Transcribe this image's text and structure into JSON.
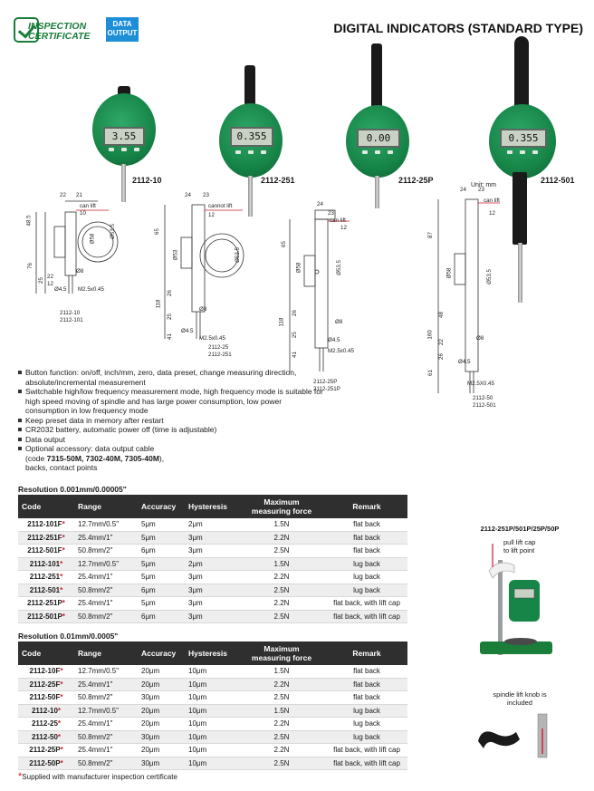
{
  "header": {
    "certificate_line1": "INSPECTION",
    "certificate_line2": "CERTIFICATE",
    "data_output_line1": "DATA",
    "data_output_line2": "OUTPUT",
    "title": "DIGITAL INDICATORS (STANDARD TYPE)"
  },
  "products": [
    {
      "model": "2112-10",
      "display": "3.55"
    },
    {
      "model": "2112-251",
      "display": "0.355"
    },
    {
      "model": "2112-25P",
      "display": "0.00"
    },
    {
      "model": "2112-501",
      "display": "0.355"
    }
  ],
  "unit_note": "Unit: mm",
  "diagram1": {
    "dims": [
      "22",
      "21",
      "can lift",
      "10",
      "48.5",
      "76",
      "25",
      "22",
      "12",
      "Ø53.5",
      "Ø58",
      "Ø8",
      "Ø4.5",
      "M2.5x0.45"
    ],
    "models": [
      "2112-10",
      "2112-101"
    ]
  },
  "diagram2": {
    "dims": [
      "24",
      "23",
      "cannot lift",
      "12",
      "65",
      "Ø53",
      "Ø53.5",
      "118",
      "26",
      "25",
      "41",
      "Ø8",
      "Ø4.5",
      "M2.5x0.45"
    ],
    "models": [
      "2112-25",
      "2112-251"
    ]
  },
  "diagram3": {
    "dims": [
      "24",
      "23",
      "can lift",
      "12",
      "65",
      "Ø58",
      "Ø53.5",
      "118",
      "26",
      "25",
      "41",
      "Ø8",
      "Ø4.5",
      "M2.5x0.45"
    ],
    "models": [
      "2112-25P",
      "2112-251P"
    ]
  },
  "diagram4": {
    "dims": [
      "24",
      "23",
      "can lift",
      "12",
      "87",
      "Ø58",
      "Ø53.5",
      "160",
      "48",
      "22",
      "26",
      "61",
      "Ø8",
      "Ø4.5",
      "M2.5X0.45"
    ],
    "models": [
      "2112-50",
      "2112-501"
    ]
  },
  "features": [
    "Button function: on/off, inch/mm, zero, data preset, change measuring direction, absolute/incremental measurement",
    "Switchable high/low frequency measurement mode, high frequency mode is suitable for high speed moving of spindle and has large power consumption, low power consumption in low frequency mode",
    "Keep preset data in memory after restart",
    "CR2032 battery, automatic power off (time is adjustable)",
    "Data output"
  ],
  "optional_accessory": {
    "line1": "Optional accessory: data output cable",
    "code_prefix": "(code ",
    "codes": "7315-50M, 7302-40M, 7305-40M",
    "code_suffix": "),",
    "line3": "backs, contact points"
  },
  "table_headers": {
    "code": "Code",
    "range": "Range",
    "accuracy": "Accuracy",
    "hysteresis": "Hysteresis",
    "force_line1": "Maximum",
    "force_line2": "measuring force",
    "remark": "Remark"
  },
  "table1": {
    "caption": "Resolution 0.001mm/0.00005\"",
    "rows": [
      {
        "code": "2112-101F",
        "range": "12.7mm/0.5\"",
        "accuracy": "5μm",
        "hysteresis": "2μm",
        "force": "1.5N",
        "remark": "flat back"
      },
      {
        "code": "2112-251F",
        "range": "25.4mm/1\"",
        "accuracy": "5μm",
        "hysteresis": "3μm",
        "force": "2.2N",
        "remark": "flat back"
      },
      {
        "code": "2112-501F",
        "range": "50.8mm/2\"",
        "accuracy": "6μm",
        "hysteresis": "3μm",
        "force": "2.5N",
        "remark": "flat back"
      },
      {
        "code": "2112-101",
        "range": "12.7mm/0.5\"",
        "accuracy": "5μm",
        "hysteresis": "2μm",
        "force": "1.5N",
        "remark": "lug back"
      },
      {
        "code": "2112-251",
        "range": "25.4mm/1\"",
        "accuracy": "5μm",
        "hysteresis": "3μm",
        "force": "2.2N",
        "remark": "lug back"
      },
      {
        "code": "2112-501",
        "range": "50.8mm/2\"",
        "accuracy": "6μm",
        "hysteresis": "3μm",
        "force": "2.5N",
        "remark": "lug back"
      },
      {
        "code": "2112-251P",
        "range": "25.4mm/1\"",
        "accuracy": "5μm",
        "hysteresis": "3μm",
        "force": "2.2N",
        "remark": "flat back, with lift cap"
      },
      {
        "code": "2112-501P",
        "range": "50.8mm/2\"",
        "accuracy": "6μm",
        "hysteresis": "3μm",
        "force": "2.5N",
        "remark": "flat back, with lift cap"
      }
    ]
  },
  "table2": {
    "caption": "Resolution 0.01mm/0.0005\"",
    "rows": [
      {
        "code": "2112-10F",
        "range": "12.7mm/0.5\"",
        "accuracy": "20μm",
        "hysteresis": "10μm",
        "force": "1.5N",
        "remark": "flat back"
      },
      {
        "code": "2112-25F",
        "range": "25.4mm/1\"",
        "accuracy": "20μm",
        "hysteresis": "10μm",
        "force": "2.2N",
        "remark": "flat back"
      },
      {
        "code": "2112-50F",
        "range": "50.8mm/2\"",
        "accuracy": "30μm",
        "hysteresis": "10μm",
        "force": "2.5N",
        "remark": "flat back"
      },
      {
        "code": "2112-10",
        "range": "12.7mm/0.5\"",
        "accuracy": "20μm",
        "hysteresis": "10μm",
        "force": "1.5N",
        "remark": "lug back"
      },
      {
        "code": "2112-25",
        "range": "25.4mm/1\"",
        "accuracy": "20μm",
        "hysteresis": "10μm",
        "force": "2.2N",
        "remark": "lug back"
      },
      {
        "code": "2112-50",
        "range": "50.8mm/2\"",
        "accuracy": "30μm",
        "hysteresis": "10μm",
        "force": "2.5N",
        "remark": "lug back"
      },
      {
        "code": "2112-25P",
        "range": "25.4mm/1\"",
        "accuracy": "20μm",
        "hysteresis": "10μm",
        "force": "2.2N",
        "remark": "flat back, with lift cap"
      },
      {
        "code": "2112-50P",
        "range": "50.8mm/2\"",
        "accuracy": "30μm",
        "hysteresis": "10μm",
        "force": "2.5N",
        "remark": "flat back, with lift cap"
      }
    ]
  },
  "star": "*",
  "footnote": "Supplied with manufacturer inspection certificate",
  "accessory": {
    "models_label": "2112-251P/501P/25P/50P",
    "lift_cap_label_line1": "pull lift cap",
    "lift_cap_label_line2": "to lift point",
    "knob_label_line1": "spindle lift knob is",
    "knob_label_line2": "included"
  },
  "colors": {
    "accent_green": "#1a7d3a",
    "data_blue": "#1e8fd6",
    "star_red": "#d7192a",
    "header_dark": "#2f2f2f"
  }
}
